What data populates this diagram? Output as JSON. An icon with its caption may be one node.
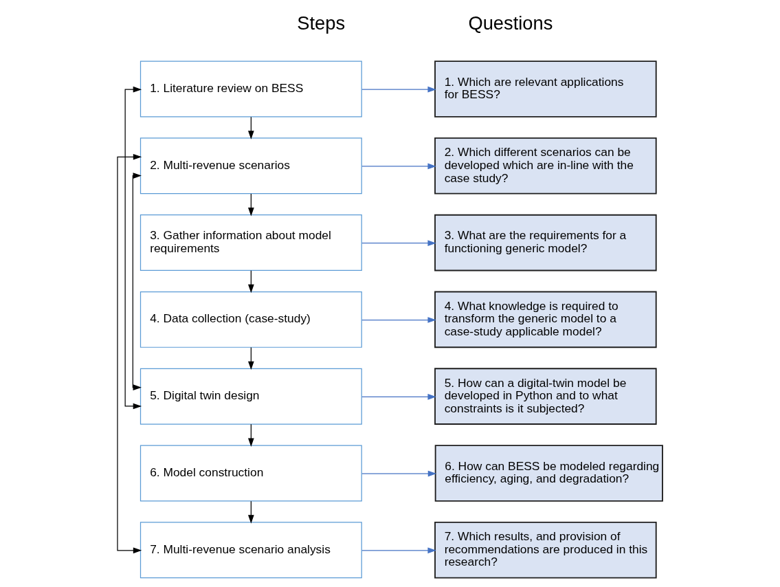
{
  "diagram": {
    "nodes": [
      {
        "text": [
          "1. Literature review on BESS"
        ]
      },
      {
        "text": [
          "2. Multi-revenue scenarios"
        ]
      },
      {
        "text": [
          "3. Gather information about model requirements"
        ]
      },
      {
        "text": [
          "4. Data collection (case-study)"
        ]
      },
      {
        "text": [
          "5. Digital twin design"
        ]
      },
      {
        "text": [
          "6. Model construction"
        ]
      },
      {
        "text": [
          "7. Multi-revenue scenario analysis"
        ]
      },
      {
        "text": [
          "1. Which are relevant applications for BESS?"
        ]
      },
      {
        "text": [
          "2. Which different scenarios can be developed which are in-line with the case study?"
        ]
      },
      {
        "text": [
          "3. What are the requirements for a functioning generic model?"
        ]
      },
      {
        "text": [
          "4. What knowledge is required to transform the generic model to a case-study applicable model?"
        ]
      },
      {
        "text": [
          "5. How can a digital-twin model be developed in Python and to what constraints is it subjected?"
        ]
      },
      {
        "text": [
          "6. How can BESS be modeled regarding efficiency, aging, and degradation?"
        ]
      },
      {
        "text": [
          "7. Which results, and provision of recommendations are produced in this research?"
        ]
      }
    ],
    "edges": [
      {
        "from": 0,
        "to": 1,
        "arrow": "to"
      },
      {
        "from": 1,
        "to": 2,
        "arrow": "to"
      },
      {
        "from": 2,
        "to": 3,
        "arrow": "to"
      },
      {
        "from": 3,
        "to": 4,
        "arrow": "to"
      },
      {
        "from": 4,
        "to": 5,
        "arrow": "to"
      },
      {
        "from": 5,
        "to": 6,
        "arrow": "to"
      },
      {
        "from": 0,
        "to": 7,
        "arrow": "to",
        "color": "#4472c4"
      },
      {
        "from": 1,
        "to": 8,
        "arrow": "to",
        "color": "#4472c4"
      },
      {
        "from": 2,
        "to": 9,
        "arrow": "to",
        "color": "#4472c4"
      },
      {
        "from": 3,
        "to": 10,
        "arrow": "to",
        "color": "#4472c4"
      },
      {
        "from": 4,
        "to": 11,
        "arrow": "to",
        "color": "#4472c4"
      },
      {
        "from": 5,
        "to": 12,
        "arrow": "to",
        "color": "#4472c4"
      },
      {
        "from": 6,
        "to": 13,
        "arrow": "to",
        "color": "#4472c4"
      },
      {
        "from": 4,
        "to": 0,
        "arrow": "both"
      },
      {
        "from": 4,
        "to": 1,
        "arrow": "both"
      },
      {
        "from": 6,
        "to": 1,
        "arrow": "both"
      }
    ],
    "labels": [
      "Steps",
      "Questions"
    ]
  }
}
